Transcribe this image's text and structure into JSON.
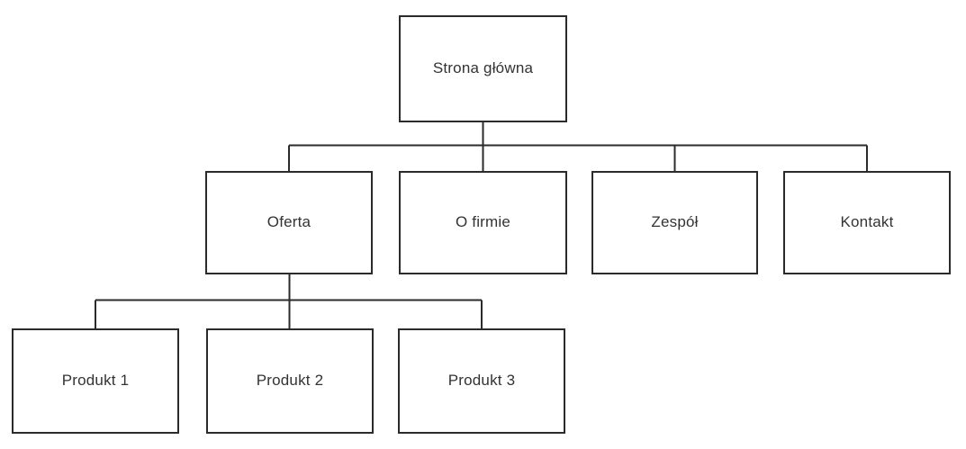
{
  "diagram": {
    "type": "sitemap-tree",
    "colors": {
      "background": "#ffffff",
      "node_fill": "#ffffff",
      "node_border": "#2b2b2b",
      "text": "#333333",
      "connector": "#2b2b2b"
    },
    "nodes": {
      "home": {
        "label": "Strona główna",
        "level": 1
      },
      "oferta": {
        "label": "Oferta",
        "level": 2,
        "parent": "home"
      },
      "ofirmie": {
        "label": "O firmie",
        "level": 2,
        "parent": "home"
      },
      "zespol": {
        "label": "Zespół",
        "level": 2,
        "parent": "home"
      },
      "kontakt": {
        "label": "Kontakt",
        "level": 2,
        "parent": "home"
      },
      "produkt1": {
        "label": "Produkt 1",
        "level": 3,
        "parent": "oferta"
      },
      "produkt2": {
        "label": "Produkt 2",
        "level": 3,
        "parent": "oferta"
      },
      "produkt3": {
        "label": "Produkt 3",
        "level": 3,
        "parent": "oferta"
      }
    },
    "hierarchy": {
      "home": [
        "oferta",
        "ofirmie",
        "zespol",
        "kontakt"
      ],
      "oferta": [
        "produkt1",
        "produkt2",
        "produkt3"
      ]
    }
  }
}
